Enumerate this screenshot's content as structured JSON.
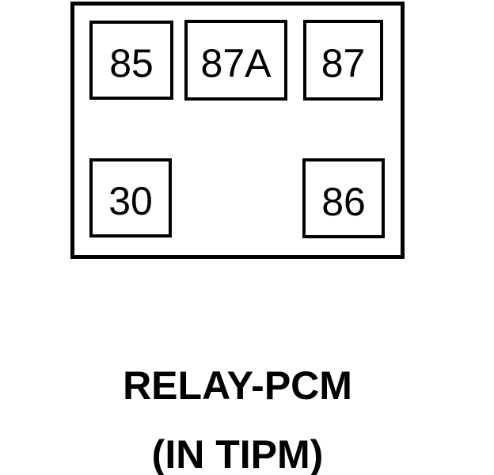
{
  "diagram": {
    "type": "relay-pinout",
    "caption": {
      "line1": "RELAY-PCM",
      "line2": "(IN TIPM)"
    },
    "pins": [
      {
        "label": "85",
        "row": "top",
        "position": "left"
      },
      {
        "label": "87A",
        "row": "top",
        "position": "center"
      },
      {
        "label": "87",
        "row": "top",
        "position": "right"
      },
      {
        "label": "30",
        "row": "bottom",
        "position": "left"
      },
      {
        "label": "86",
        "row": "bottom",
        "position": "right"
      }
    ],
    "colors": {
      "line": "#000000",
      "background": "#ffffff"
    }
  }
}
